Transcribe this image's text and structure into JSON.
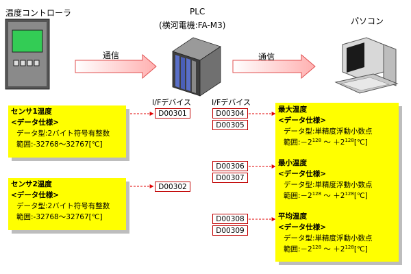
{
  "devices": {
    "controller_label": "温度コントローラ",
    "plc_label": "PLC",
    "plc_model": "(横河電機:FA-M3)",
    "pc_label": "パソコン"
  },
  "links": {
    "left_label": "通信",
    "right_label": "通信"
  },
  "if_labels": {
    "left": "I/Fデバイス",
    "right": "I/Fデバイス"
  },
  "sensors": [
    {
      "title": "センサ1温度",
      "spec_heading": "<データ仕様>",
      "type_line": "データ型:2バイト符号有整数",
      "range_line": "範囲:-32768～32767[℃]",
      "register": "D00301"
    },
    {
      "title": "センサ2温度",
      "spec_heading": "<データ仕様>",
      "type_line": "データ型:2バイト符号有整数",
      "range_line": "範囲:-32768～32767[℃]",
      "register": "D00302"
    }
  ],
  "outputs": [
    {
      "title": "最大温度",
      "spec_heading": "<データ仕様>",
      "type_line": "データ型:単精度浮動小数点",
      "range_prefix": "範囲:－2",
      "range_exp1": "128",
      "range_mid": " ～ ＋2",
      "range_exp2": "128",
      "range_unit": "[℃]",
      "registers": [
        "D00304",
        "D00305"
      ]
    },
    {
      "title": "最小温度",
      "spec_heading": "<データ仕様>",
      "type_line": "データ型:単精度浮動小数点",
      "range_prefix": "範囲:－2",
      "range_exp1": "128",
      "range_mid": " ～ ＋2",
      "range_exp2": "128",
      "range_unit": "[℃]",
      "registers": [
        "D00306",
        "D00307"
      ]
    },
    {
      "title": "平均温度",
      "spec_heading": "<データ仕様>",
      "type_line": "データ型:単精度浮動小数点",
      "range_prefix": "範囲:－2",
      "range_exp1": "128",
      "range_mid": " ～ ＋2",
      "range_exp2": "128",
      "range_unit": "[℃]",
      "registers": [
        "D00308",
        "D00309"
      ]
    }
  ],
  "colors": {
    "note_fill": "#ffff00",
    "register_border": "#c00000",
    "arrow_fill": "#ffd6d6",
    "arrow_stroke": "#e05050",
    "plc_blue": "#5a6fc8"
  }
}
